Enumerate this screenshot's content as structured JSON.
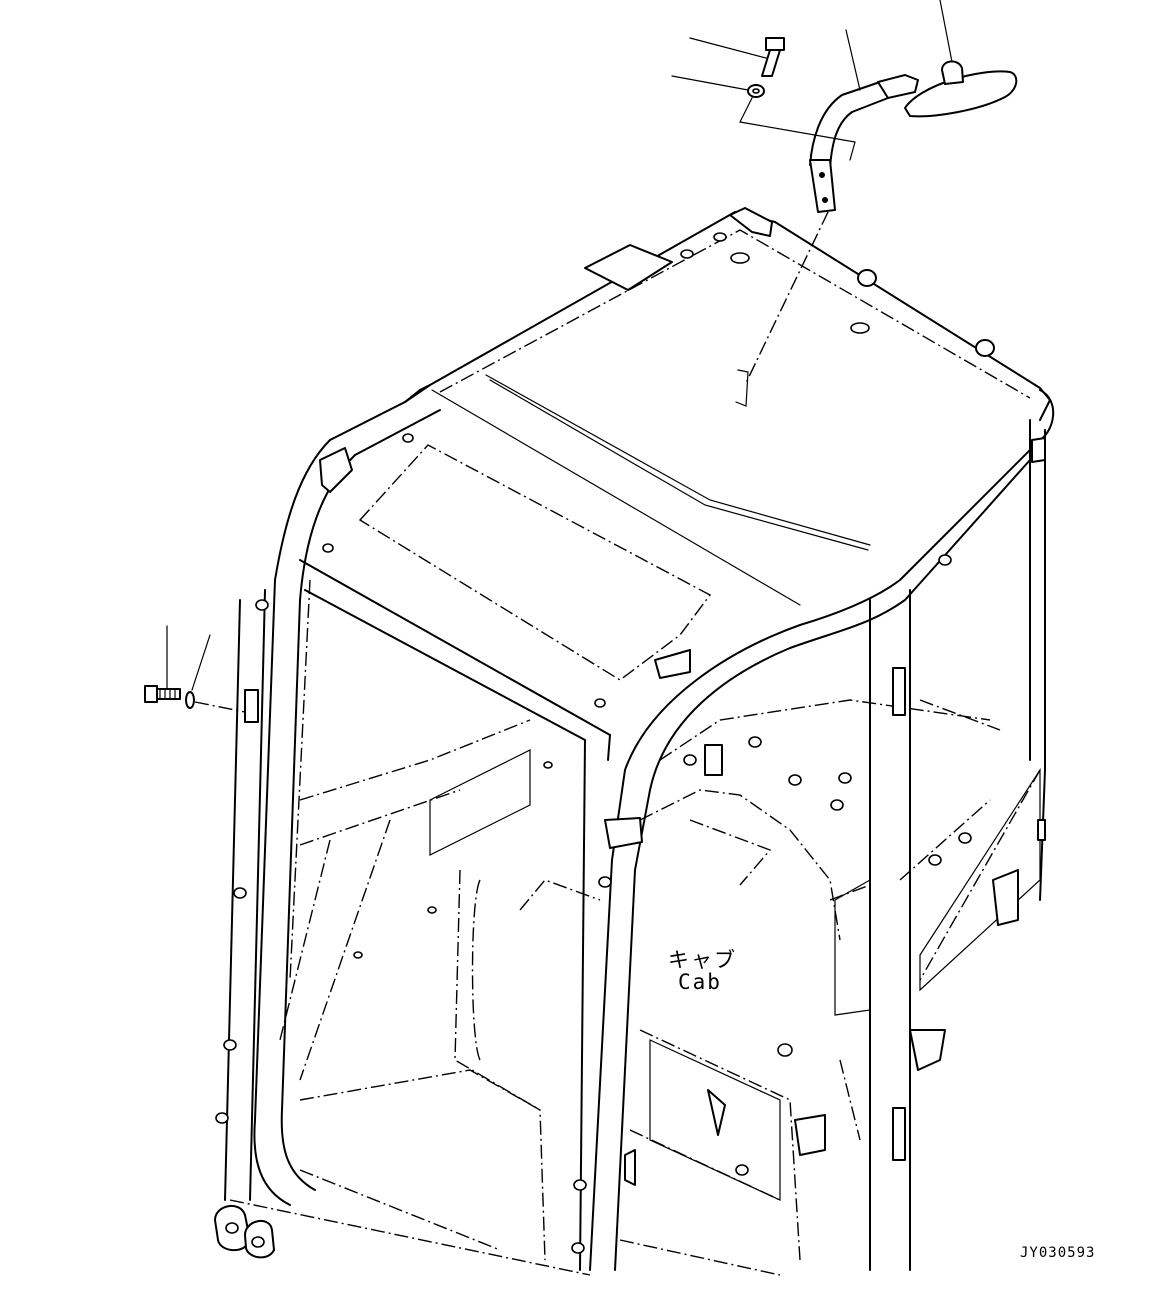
{
  "figure": {
    "cab_label_jp": "キャブ",
    "cab_label_en": "Cab",
    "figure_code": "JY030593"
  }
}
